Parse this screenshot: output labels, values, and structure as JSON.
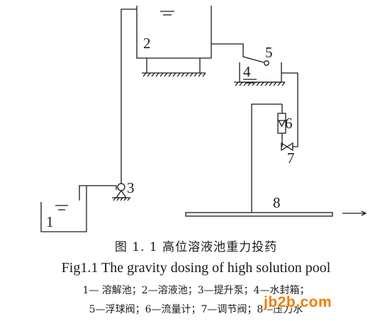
{
  "diagram": {
    "labels": {
      "n1": "1",
      "n2": "2",
      "n3": "3",
      "n4": "4",
      "n5": "5",
      "n6": "6",
      "n7": "7",
      "n8": "8"
    }
  },
  "caption": {
    "cn": "图 1. 1  高位溶液池重力投药",
    "en": "Fig1.1 The gravity dosing of high solution pool"
  },
  "legend": {
    "line1": "1— 溶解池；2—溶液池；3—提升泵；4—水封箱；",
    "line2": "5—浮球阀；6—流量计；7—调节阀；8—压力水"
  },
  "watermark": "jb2b.com"
}
